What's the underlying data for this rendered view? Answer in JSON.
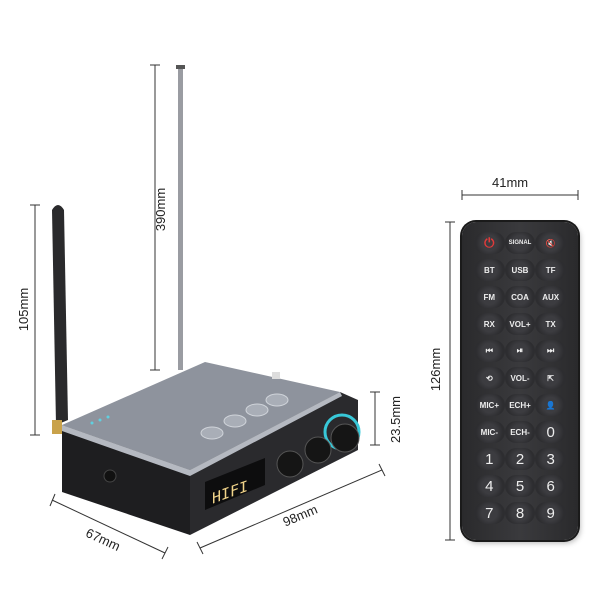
{
  "dimensions": {
    "remote_width": "41mm",
    "remote_height": "126mm",
    "antenna_telescopic": "390mm",
    "antenna_rubber": "105mm",
    "device_height": "23.5mm",
    "device_length": "98mm",
    "device_depth": "67mm"
  },
  "device": {
    "display_text": "HIFI",
    "accent_color": "#38c8d8"
  },
  "remote": {
    "keys": [
      "⏻",
      "SIGNAL",
      "🔇",
      "BT",
      "USB",
      "TF",
      "FM",
      "COA",
      "AUX",
      "RX",
      "VOL+",
      "TX",
      "⏮",
      "⏯",
      "⏭",
      "⟲",
      "VOL-",
      "⇱",
      "MIC+",
      "ECH+",
      "👤",
      "MIC-",
      "ECH-",
      "0",
      "1",
      "2",
      "3",
      "4",
      "5",
      "6",
      "7",
      "8",
      "9"
    ]
  }
}
